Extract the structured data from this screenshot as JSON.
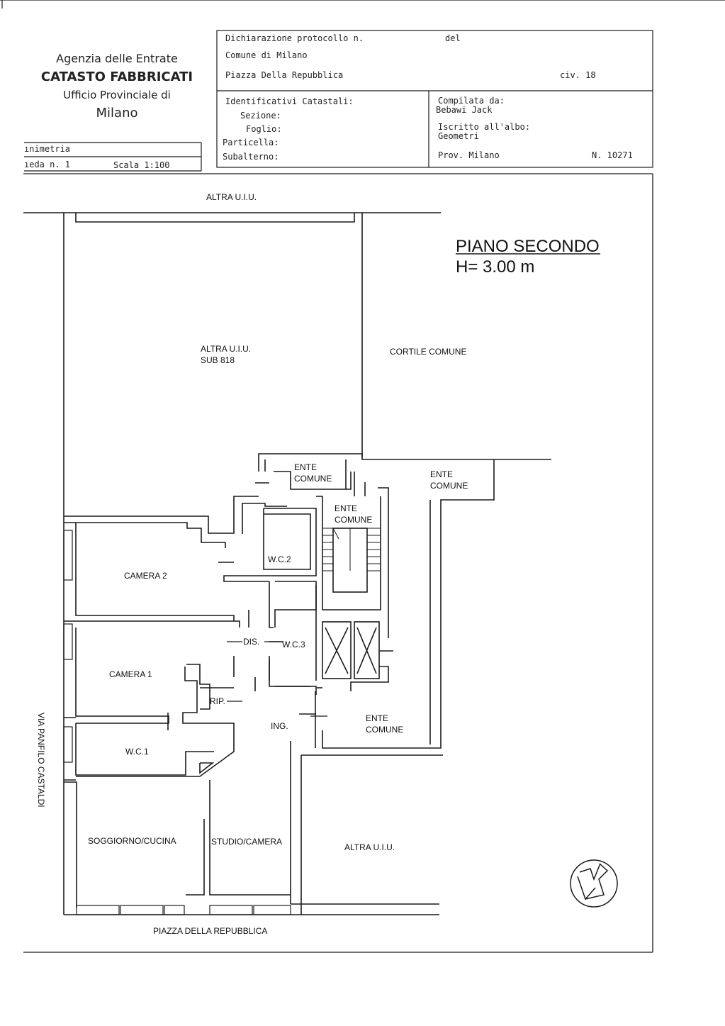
{
  "agency": {
    "line1": "Agenzia delle Entrate",
    "line2": "CATASTO FABBRICATI",
    "line3": "Ufficio Provinciale di",
    "line4": "Milano"
  },
  "left_box": {
    "planimetria": "ınimetria",
    "scheda": "ıeda n. 1",
    "scala": "Scala 1:100"
  },
  "header": {
    "dichiarazione": "Dichiarazione protocollo n.",
    "del": "del",
    "comune": "Comune di Milano",
    "address": "Piazza Della Repubblica",
    "civ": "civ. 18",
    "identificativi": "Identificativi Catastali:",
    "sezione": "Sezione:",
    "foglio": "Foglio:",
    "particella": "Particella:",
    "subalterno": "Subalterno:",
    "compilata_da": "Compilata da:",
    "compilatore": "Bebawi Jack",
    "iscritto": "Iscritto all'albo:",
    "albo": "Geometri",
    "prov": "Prov. Milano",
    "numero": "N. 10271"
  },
  "plan": {
    "piano": "PIANO SECONDO",
    "altezza": "H= 3.00 m",
    "street_top": "ALTRA U.I.U.",
    "street_bottom": "PIAZZA DELLA REPUBBLICA",
    "street_left": "VIA PANFILO CASTALDI",
    "altra_uiu_sub_1": "ALTRA U.I.U.",
    "altra_uiu_sub_2": "SUB 818",
    "cortile": "CORTILE COMUNE",
    "ente_top_1": "ENTE",
    "ente_top_2": "COMUNE",
    "ente_right_1": "ENTE",
    "ente_right_2": "COMUNE",
    "ente_stair_1": "ENTE",
    "ente_stair_2": "COMUNE",
    "ente_bottom_1": "ENTE",
    "ente_bottom_2": "COMUNE",
    "camera2": "CAMERA 2",
    "camera1": "CAMERA 1",
    "wc1": "W.C.1",
    "wc2": "W.C.2",
    "wc3": "W.C.3",
    "dis": "DIS.",
    "rip": "RIP.",
    "ing": "ING.",
    "soggiorno": "SOGGIORNO/CUCINA",
    "studio": "STUDIO/CAMERA",
    "altra_uiu_bottom": "ALTRA U.I.U."
  }
}
